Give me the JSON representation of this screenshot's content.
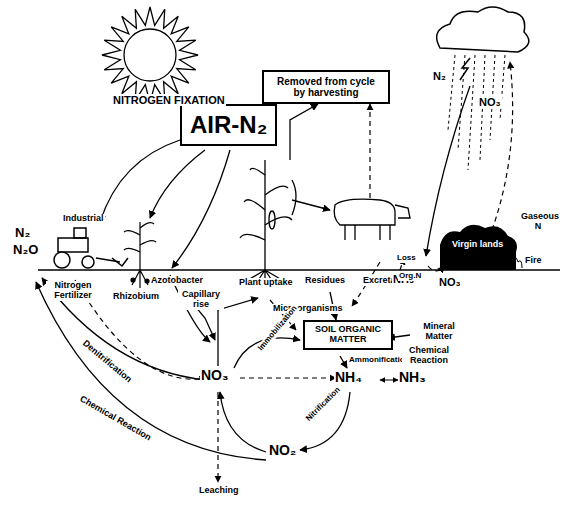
{
  "diagram": {
    "nodes": [
      {
        "text": [
          "AIR-N₂"
        ]
      },
      {
        "text": [
          "Removed from cycle by harvesting"
        ]
      },
      {
        "text": [
          "SOIL ORGANIC MATTER"
        ]
      }
    ],
    "labels": [
      "NITROGEN FIXATION",
      "Industrial",
      "N₂",
      "N₂O",
      "Nitrogen Fertilizer",
      "Rhizobium",
      "Azotobacter",
      "Capillary rise",
      "Plant uptake",
      "Residues",
      "Excreta",
      "Loss",
      "NH₃",
      "Microorganisms",
      "Mineral Matter",
      "Immobilization",
      "Ammonification",
      "Chemical Reaction",
      "NO₃",
      "NH₄",
      "NH₃",
      "Nitrification",
      "NO₂",
      "Denitrification",
      "Chemical Reaction",
      "Leaching",
      "N₂",
      "NO₃",
      "Org.N",
      "NO₃",
      "Virgin lands",
      "Gaseous N",
      "Fire"
    ]
  }
}
